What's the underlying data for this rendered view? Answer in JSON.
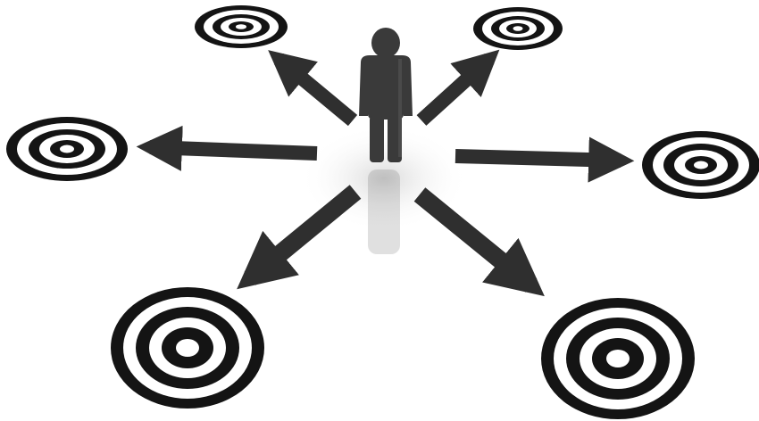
{
  "image": {
    "description_type": "illustration",
    "colors": {
      "background": "#ffffff",
      "ink": "#141414",
      "figure": "#3a3a3a",
      "arrow": "#2f2f2f",
      "shadow": "#e6e6e6"
    },
    "subject": "person-figure",
    "arrow_count": 6,
    "target_count": 6
  }
}
